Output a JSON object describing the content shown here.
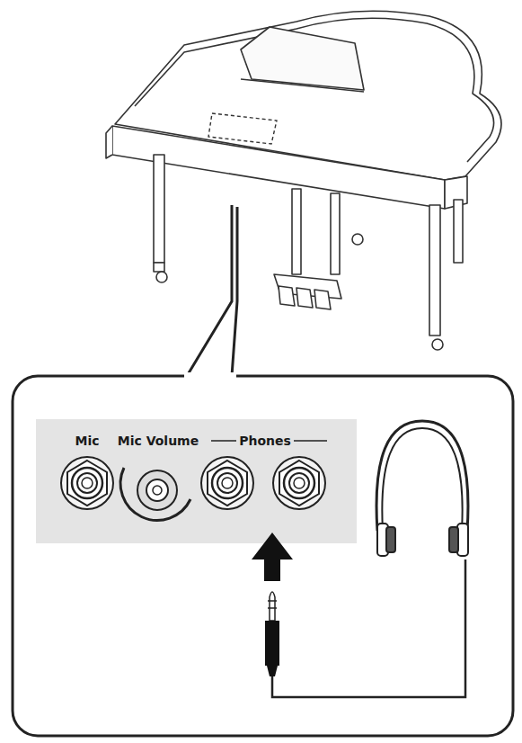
{
  "diagram": {
    "labels": [
      "Mic",
      "Mic Volume",
      "Phones"
    ]
  }
}
